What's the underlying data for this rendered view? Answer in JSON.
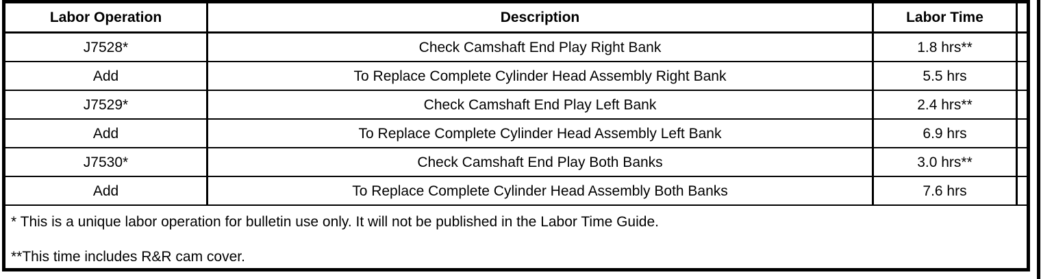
{
  "table": {
    "headers": {
      "operation": "Labor Operation",
      "description": "Description",
      "time": "Labor Time"
    },
    "rows": [
      {
        "operation": "J7528*",
        "description": "Check Camshaft End Play Right Bank",
        "time": "1.8 hrs**"
      },
      {
        "operation": "Add",
        "description": "To Replace Complete Cylinder Head Assembly Right Bank",
        "time": "5.5 hrs"
      },
      {
        "operation": "J7529*",
        "description": "Check Camshaft End Play Left Bank",
        "time": "2.4 hrs**"
      },
      {
        "operation": "Add",
        "description": "To Replace Complete Cylinder Head Assembly Left Bank",
        "time": "6.9 hrs"
      },
      {
        "operation": "J7530*",
        "description": "Check Camshaft End Play Both Banks",
        "time": "3.0 hrs**"
      },
      {
        "operation": "Add",
        "description": "To Replace Complete Cylinder Head Assembly Both Banks",
        "time": "7.6 hrs"
      }
    ],
    "footnotes": [
      "* This is a unique labor operation for bulletin use only. It will not be published in the Labor Time Guide.",
      "**This time includes R&R cam cover."
    ]
  },
  "colors": {
    "border": "#000000",
    "background": "#ffffff",
    "text": "#000000"
  }
}
